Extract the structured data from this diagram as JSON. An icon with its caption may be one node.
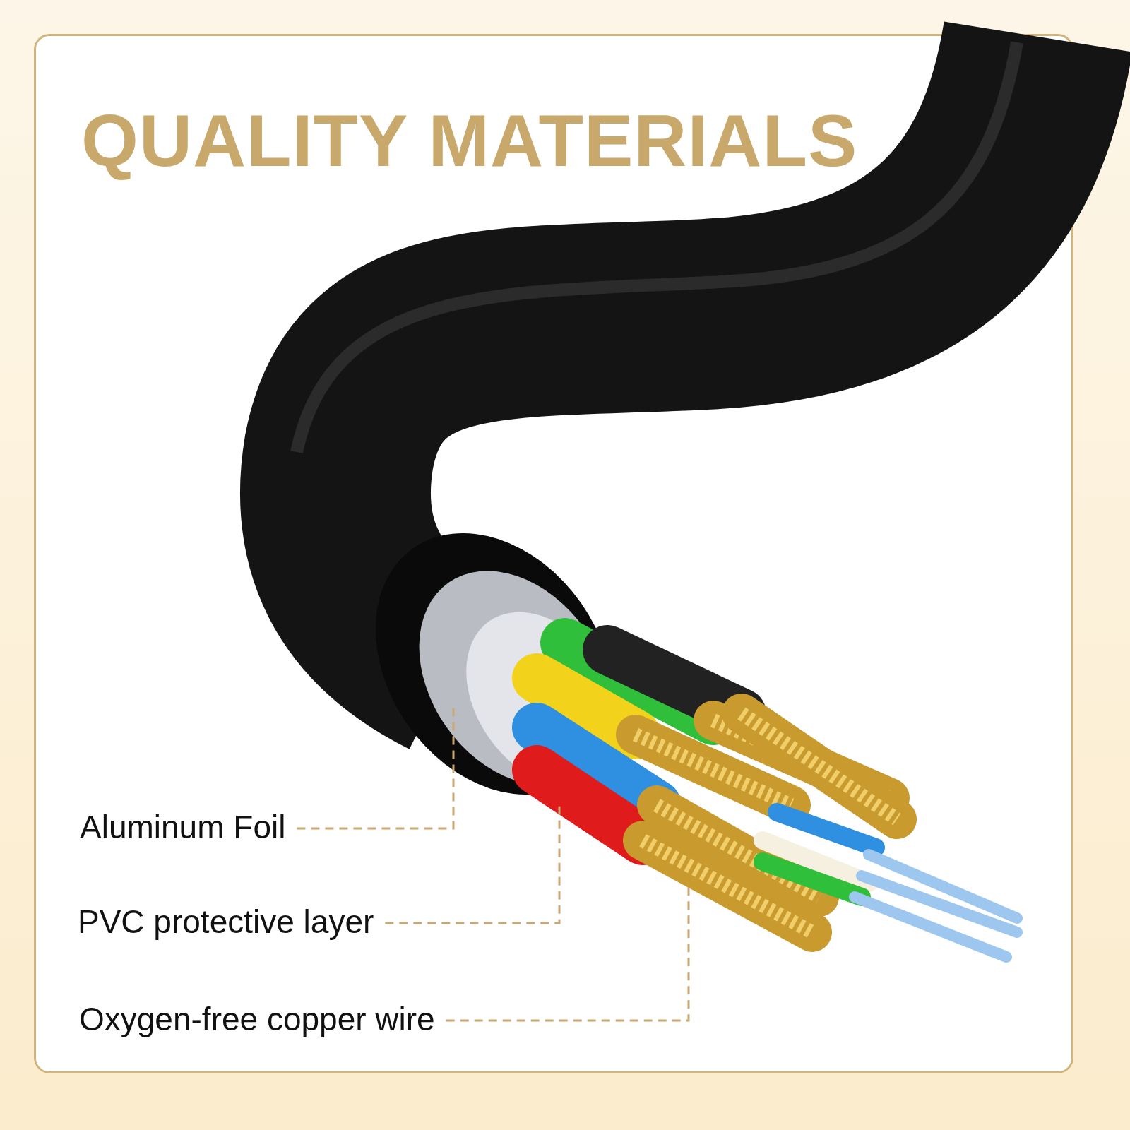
{
  "diagram": {
    "title": "QUALITY MATERIALS",
    "nodes": [
      {
        "text": [
          "Aluminum Foil"
        ]
      },
      {
        "text": [
          "PVC protective layer"
        ]
      },
      {
        "text": [
          "Oxygen-free copper wire"
        ]
      }
    ],
    "edges": [
      {
        "from": 0,
        "to": null,
        "arrow": "none",
        "style": "dashed"
      },
      {
        "from": 1,
        "to": null,
        "arrow": "none",
        "style": "dashed"
      },
      {
        "from": 2,
        "to": null,
        "arrow": "none",
        "style": "dashed"
      }
    ]
  }
}
